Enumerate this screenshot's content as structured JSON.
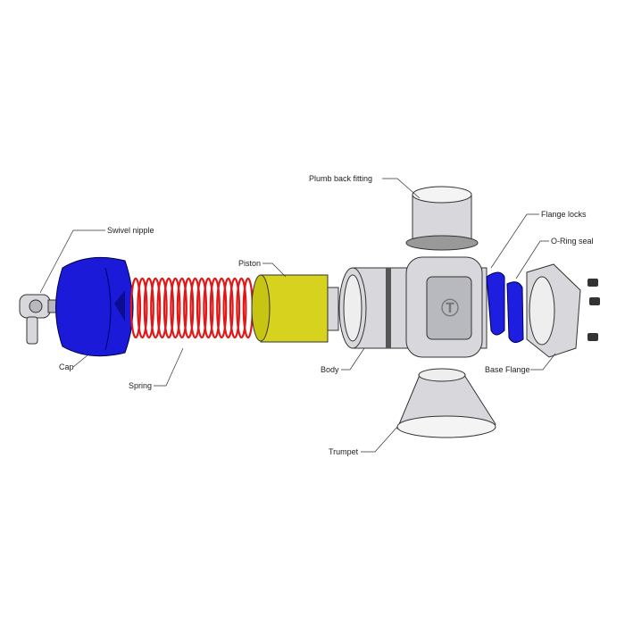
{
  "labels": {
    "swivel_nipple": "Swivel nipple",
    "cap": "Cap",
    "spring": "Spring",
    "piston": "Piston",
    "body": "Body",
    "plumb_back_fitting": "Plumb back fitting",
    "flange_locks": "Flange locks",
    "o_ring_seal": "O-Ring seal",
    "base_flange": "Base Flange",
    "trumpet": "Trumpet"
  },
  "colors": {
    "cap": "#1a1ad8",
    "spring": "#e01818",
    "piston": "#d6d21e",
    "metal": "#d8d8dc",
    "flange_locks": "#1e1ee0"
  }
}
